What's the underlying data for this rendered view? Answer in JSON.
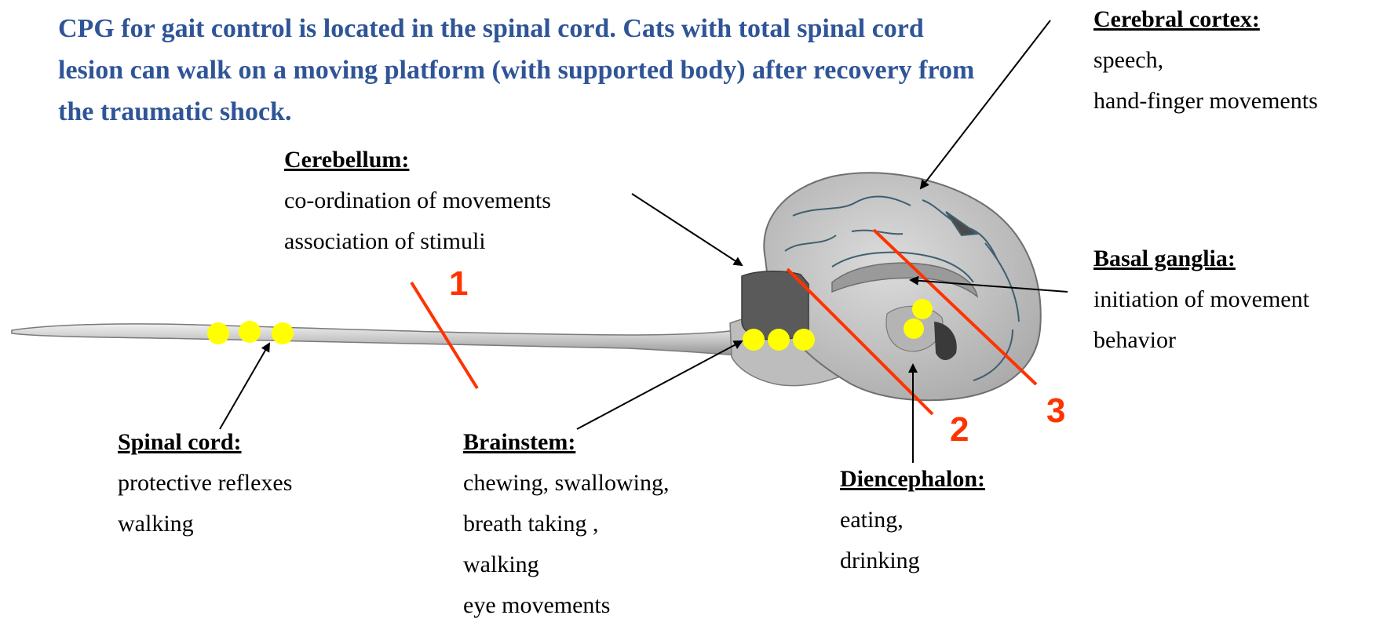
{
  "headline": "CPG for gait control is located in the spinal cord. Cats with total spinal cord lesion can walk on a moving platform (with supported body) after recovery from the traumatic shock.",
  "regions": {
    "cortex": {
      "title": "Cerebral cortex:",
      "lines": [
        "speech,",
        "hand-finger movements"
      ]
    },
    "cerebellum": {
      "title": "Cerebellum:",
      "lines": [
        "co-ordination of movements",
        "association of stimuli"
      ]
    },
    "basal": {
      "title": "Basal ganglia:",
      "lines": [
        "initiation of movement",
        "behavior"
      ]
    },
    "spinal": {
      "title": "Spinal cord:",
      "lines": [
        "protective reflexes",
        "walking"
      ]
    },
    "brainstem": {
      "title": "Brainstem:",
      "lines": [
        "chewing, swallowing,",
        "breath taking ,",
        "walking",
        "eye movements"
      ]
    },
    "dien": {
      "title": "Diencephalon:",
      "lines": [
        "eating,",
        "drinking"
      ]
    }
  },
  "lesions": [
    "1",
    "2",
    "3"
  ],
  "colors": {
    "headline": "#2f5597",
    "lesion": "#ff3300",
    "cpg_dot": "#ffff00",
    "brain": "#c8c8c8",
    "cerebellum": "#5a5a5a"
  }
}
